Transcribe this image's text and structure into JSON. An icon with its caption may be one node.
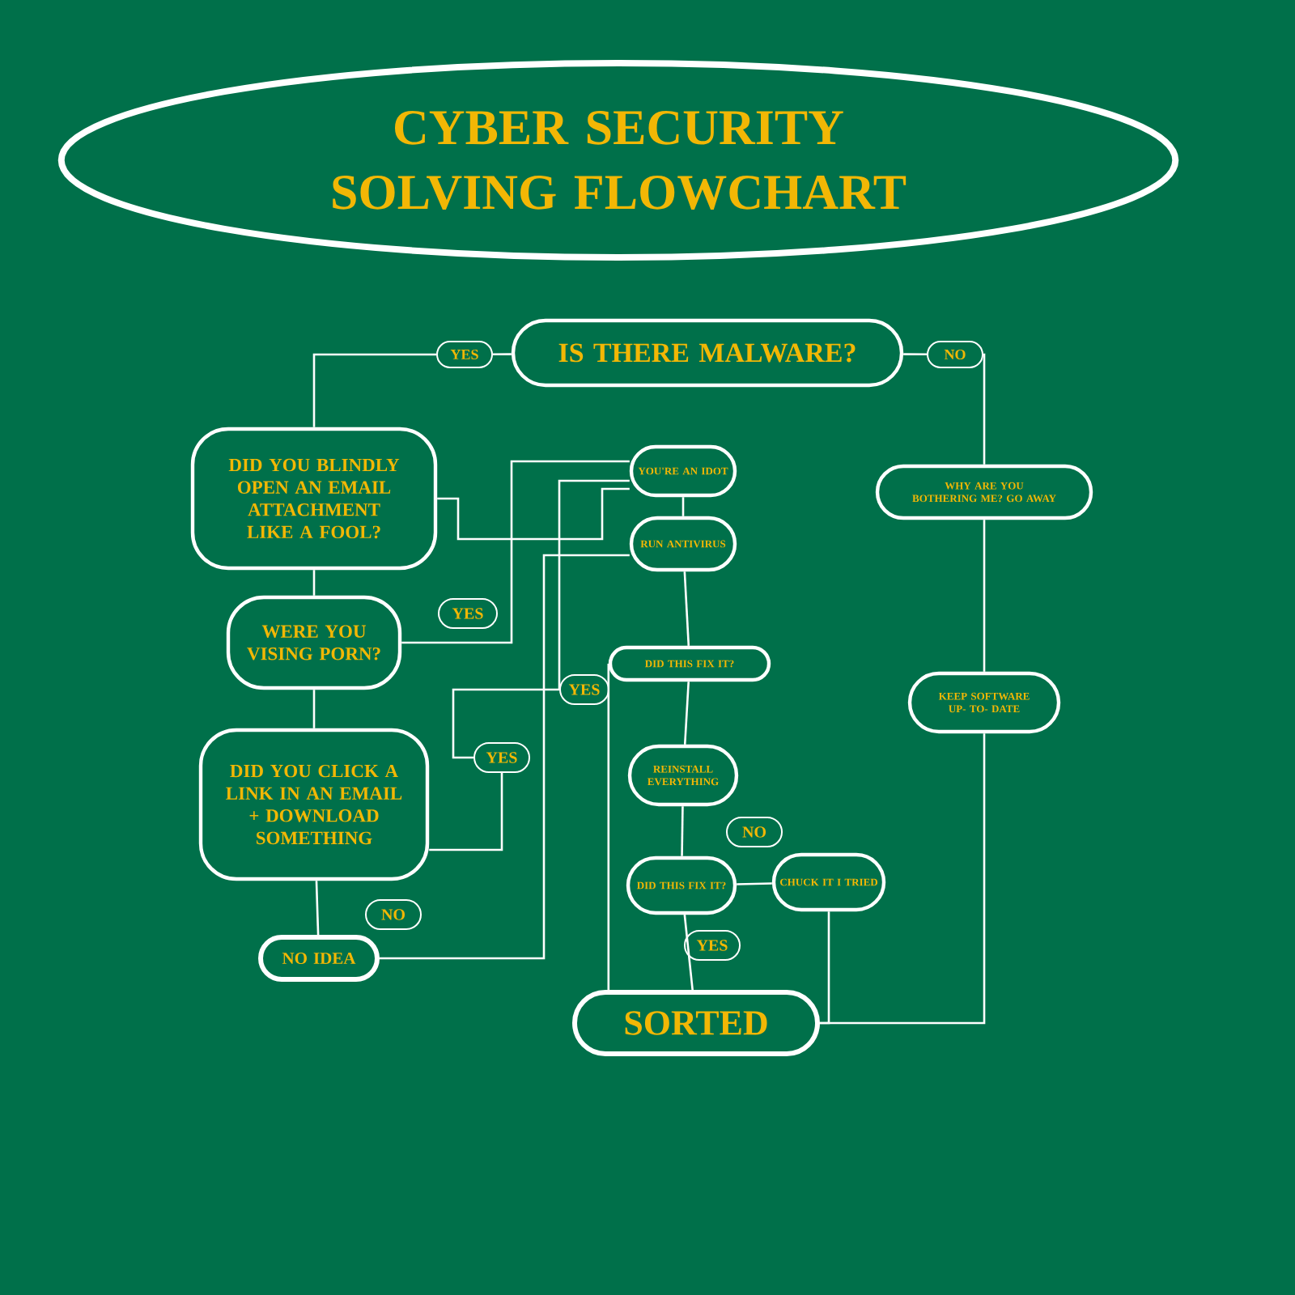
{
  "diagram": {
    "title": "CYBER SECURITY SOLVING FLOWCHART",
    "nodes": [
      {
        "text": [
          "IS THERE MALWARE?"
        ]
      },
      {
        "text": [
          "YES"
        ]
      },
      {
        "text": [
          "NO"
        ]
      },
      {
        "text": [
          "DID YOU BLINDLY OPEN AN EMAIL ATTACHMENT LIKE A FOOL?"
        ]
      },
      {
        "text": [
          "WERE YOU VISING PORN?"
        ]
      },
      {
        "text": [
          "YES"
        ]
      },
      {
        "text": [
          "DID YOU CLICK A LINK IN AN EMAIL + DOWNLOAD SOMETHING"
        ]
      },
      {
        "text": [
          "NO"
        ]
      },
      {
        "text": [
          "NO IDEA"
        ]
      },
      {
        "text": [
          "YOU'RE AN IDOT"
        ]
      },
      {
        "text": [
          "RUN ANTIVIRUS"
        ]
      },
      {
        "text": [
          "YES"
        ]
      },
      {
        "text": [
          "YES"
        ]
      },
      {
        "text": [
          "DID THIS FIX IT?"
        ]
      },
      {
        "text": [
          "REINSTALL EVERYTHING"
        ]
      },
      {
        "text": [
          "NO"
        ]
      },
      {
        "text": [
          "DID THIS FIX IT?"
        ]
      },
      {
        "text": [
          "CHUCK IT I TRIED"
        ]
      },
      {
        "text": [
          "YES"
        ]
      },
      {
        "text": [
          "SORTED"
        ]
      },
      {
        "text": [
          "WHY ARE YOU BOTHERING ME? GO AWAY"
        ]
      },
      {
        "text": [
          "KEEP SOFTWARE UP- TO- DATE"
        ]
      }
    ],
    "edges": [
      {
        "from": 0,
        "to": 1,
        "arrow": "none"
      },
      {
        "from": 1,
        "to": 3,
        "arrow": "none"
      },
      {
        "from": 0,
        "to": 2,
        "arrow": "none"
      },
      {
        "from": 2,
        "to": 20,
        "arrow": "none"
      },
      {
        "from": 20,
        "to": 21,
        "arrow": "none"
      },
      {
        "from": 21,
        "to": 19,
        "arrow": "none"
      },
      {
        "from": 3,
        "to": 4,
        "arrow": "none"
      },
      {
        "from": 3,
        "to": 9,
        "arrow": "none"
      },
      {
        "from": 4,
        "to": 9,
        "arrow": "none"
      },
      {
        "from": 4,
        "to": 6,
        "arrow": "none"
      },
      {
        "from": 6,
        "to": 12,
        "arrow": "none"
      },
      {
        "from": 12,
        "to": 11,
        "arrow": "none"
      },
      {
        "from": 11,
        "to": 9,
        "arrow": "none"
      },
      {
        "from": 8,
        "to": 10,
        "arrow": "none"
      },
      {
        "from": 9,
        "to": 10,
        "arrow": "none"
      },
      {
        "from": 10,
        "to": 13,
        "arrow": "none"
      },
      {
        "from": 13,
        "to": 14,
        "arrow": "none"
      },
      {
        "from": 14,
        "to": 16,
        "arrow": "none"
      },
      {
        "from": 16,
        "to": 17,
        "arrow": "none"
      },
      {
        "from": 16,
        "to": 19,
        "arrow": "none"
      },
      {
        "from": 17,
        "to": 19,
        "arrow": "none"
      },
      {
        "from": 13,
        "to": 19,
        "arrow": "none"
      },
      {
        "from": 6,
        "to": 8,
        "arrow": "none"
      }
    ]
  }
}
